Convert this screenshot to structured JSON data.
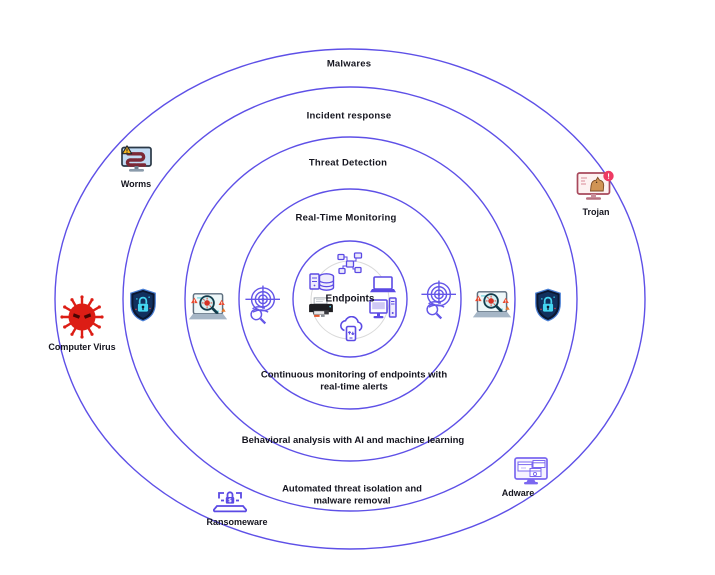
{
  "diagram": {
    "type": "concentric-rings",
    "colors": {
      "ring_stroke": "#5e50e7",
      "text": "#15151f",
      "inner_circle_gray": "#dadada",
      "virus_red": "#dc1d15",
      "endpoint_purple": "#5b4ae4",
      "warning_yellow": "#f6b51f",
      "alert_red": "#e84a2f",
      "shield_navy": "#0b1730",
      "lock_cyan": "#45d6f2",
      "trojan_pink": "#a8495c"
    },
    "rings": [
      {
        "label": "Malwares"
      },
      {
        "label": "Incident response",
        "description": "Automated threat isolation and malware removal"
      },
      {
        "label": "Threat Detection",
        "description": "Behavioral analysis with AI and machine learning"
      },
      {
        "label": "Real-Time Monitoring",
        "description": "Continuous monitoring of endpoints with real-time alerts"
      }
    ],
    "center": {
      "label": "Endpoints"
    },
    "endpoint_icons": [
      "network-nodes-icon",
      "server-database-icon",
      "laptop-icon",
      "desktop-computer-icon",
      "cloud-mobile-sync-icon",
      "printer-icon"
    ],
    "defense_icons": [
      "shield-lock-icon",
      "malware-scan-laptop-icon",
      "target-search-icon"
    ],
    "threats": [
      {
        "label": "Worms",
        "icon": "worm-monitor-icon"
      },
      {
        "label": "Trojan",
        "icon": "trojan-monitor-icon"
      },
      {
        "label": "Computer Virus",
        "icon": "computer-virus-icon"
      },
      {
        "label": "Ransomeware",
        "icon": "ransomware-laptop-icon"
      },
      {
        "label": "Adware",
        "icon": "adware-monitor-icon"
      }
    ]
  }
}
